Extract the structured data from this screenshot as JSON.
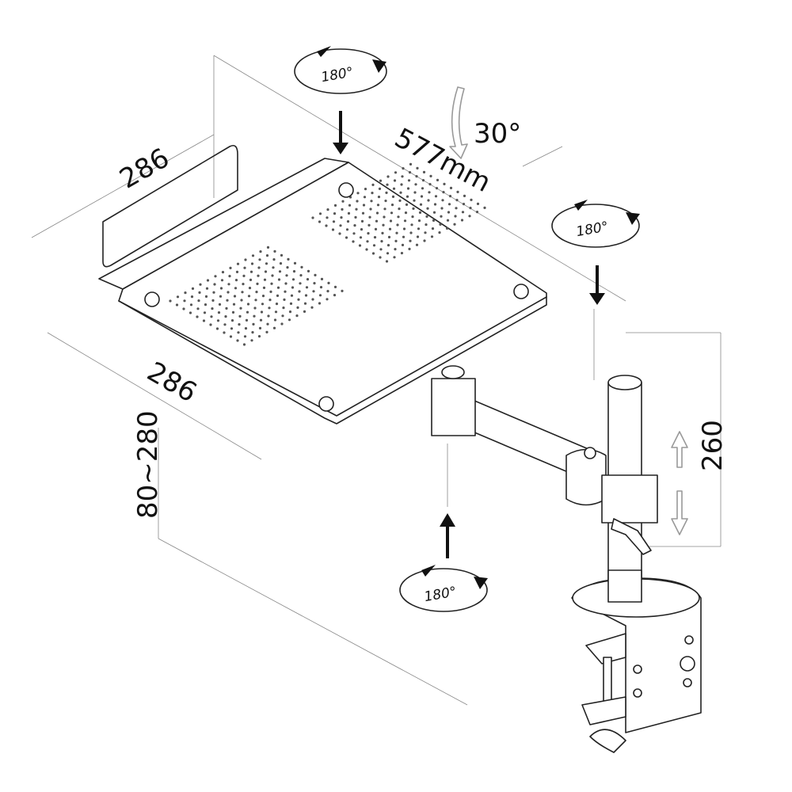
{
  "title": "Laptop tray monitor arm dimension diagram",
  "dimensions": {
    "tray_depth": "286",
    "tray_width": "286",
    "reach": "577mm",
    "tilt": "30°",
    "height_range": "80~280",
    "pole_height": "260"
  },
  "rotations": {
    "tray": "180°",
    "arm_joint": "180°",
    "base_joint": "180°"
  },
  "colors": {
    "line": "#222222",
    "dimension": "#888888"
  }
}
